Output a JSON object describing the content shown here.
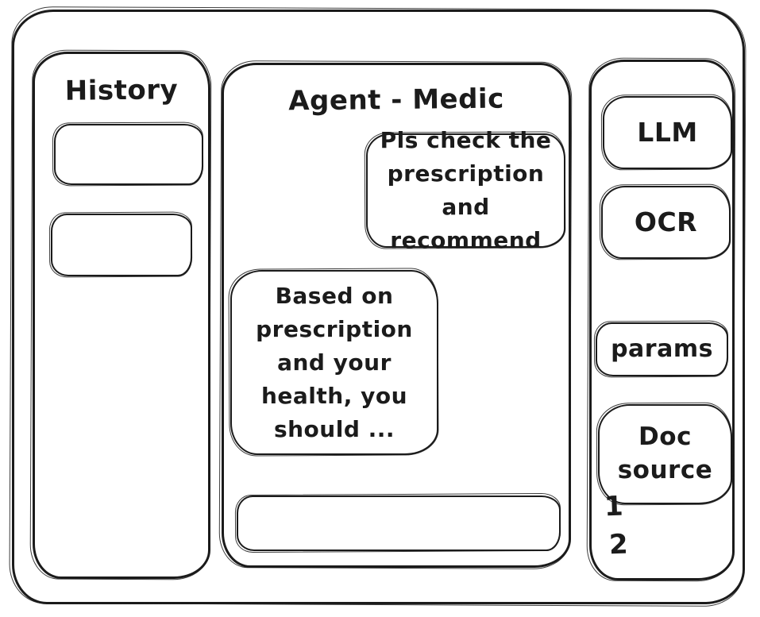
{
  "colors": {
    "ink": "#1b1b1b",
    "background": "#ffffff"
  },
  "history_panel": {
    "title": "History",
    "items": [
      {
        "label": ""
      },
      {
        "label": ""
      }
    ]
  },
  "chat": {
    "title": "Agent - Medic",
    "messages": [
      {
        "role": "user",
        "text": "Pls check the prescription and recommend"
      },
      {
        "role": "agent",
        "text": "Based on prescription and your health, you should ..."
      }
    ],
    "input": {
      "value": "",
      "placeholder": ""
    }
  },
  "tools_panel": {
    "buttons": [
      {
        "label": "LLM"
      },
      {
        "label": "OCR"
      },
      {
        "label": "params"
      },
      {
        "label": "Doc source"
      }
    ],
    "footnotes": [
      "1",
      "2"
    ]
  }
}
